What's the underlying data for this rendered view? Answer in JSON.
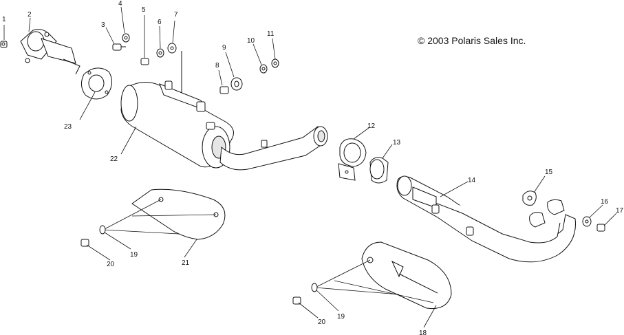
{
  "copyright": "© 2003 Polaris Sales Inc.",
  "callouts": [
    "1",
    "2",
    "3",
    "4",
    "5",
    "6",
    "7",
    "8",
    "9",
    "10",
    "11",
    "12",
    "13",
    "14",
    "15",
    "16",
    "17",
    "18",
    "19",
    "19",
    "20",
    "20",
    "21",
    "22",
    "23"
  ]
}
